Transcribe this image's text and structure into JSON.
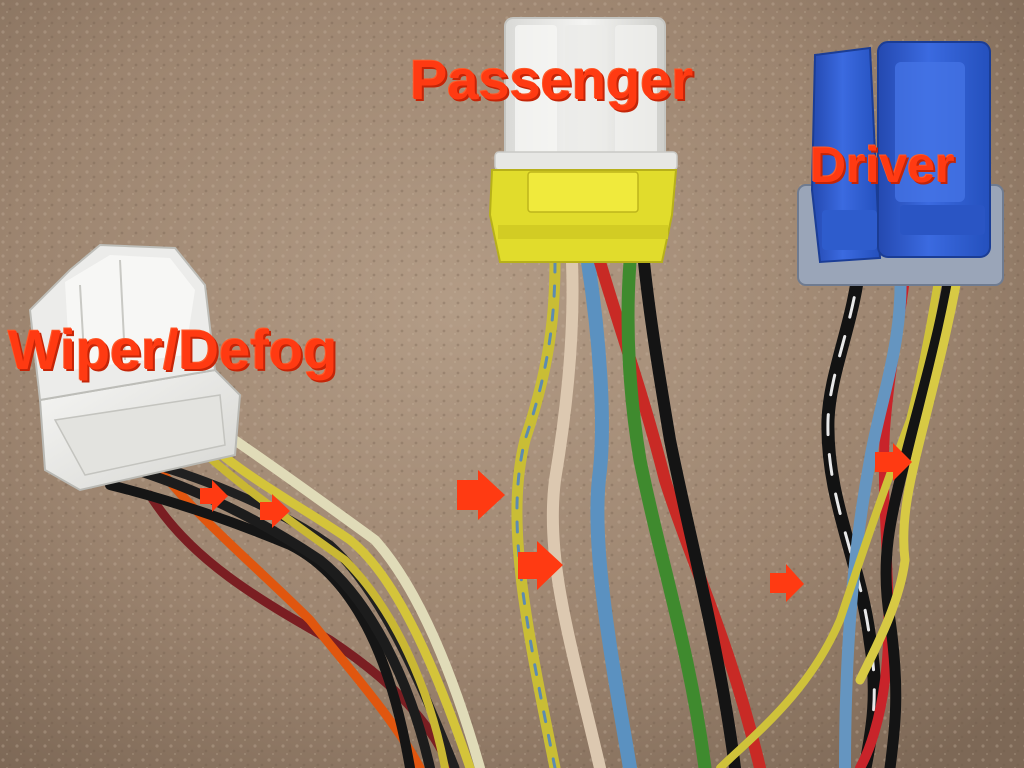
{
  "labels": {
    "passenger": "Passenger",
    "driver": "Driver",
    "wiper_defog": "Wiper/Defog"
  },
  "colors": {
    "label_text": "#ff3a12",
    "arrow": "#ff3a12",
    "carpet": "#9c8470",
    "passenger_housing": "#e8e8e6",
    "passenger_lock": "#e6e12a",
    "driver_housing": "#2f5ed3",
    "wiper_housing": "#eeeeee"
  }
}
